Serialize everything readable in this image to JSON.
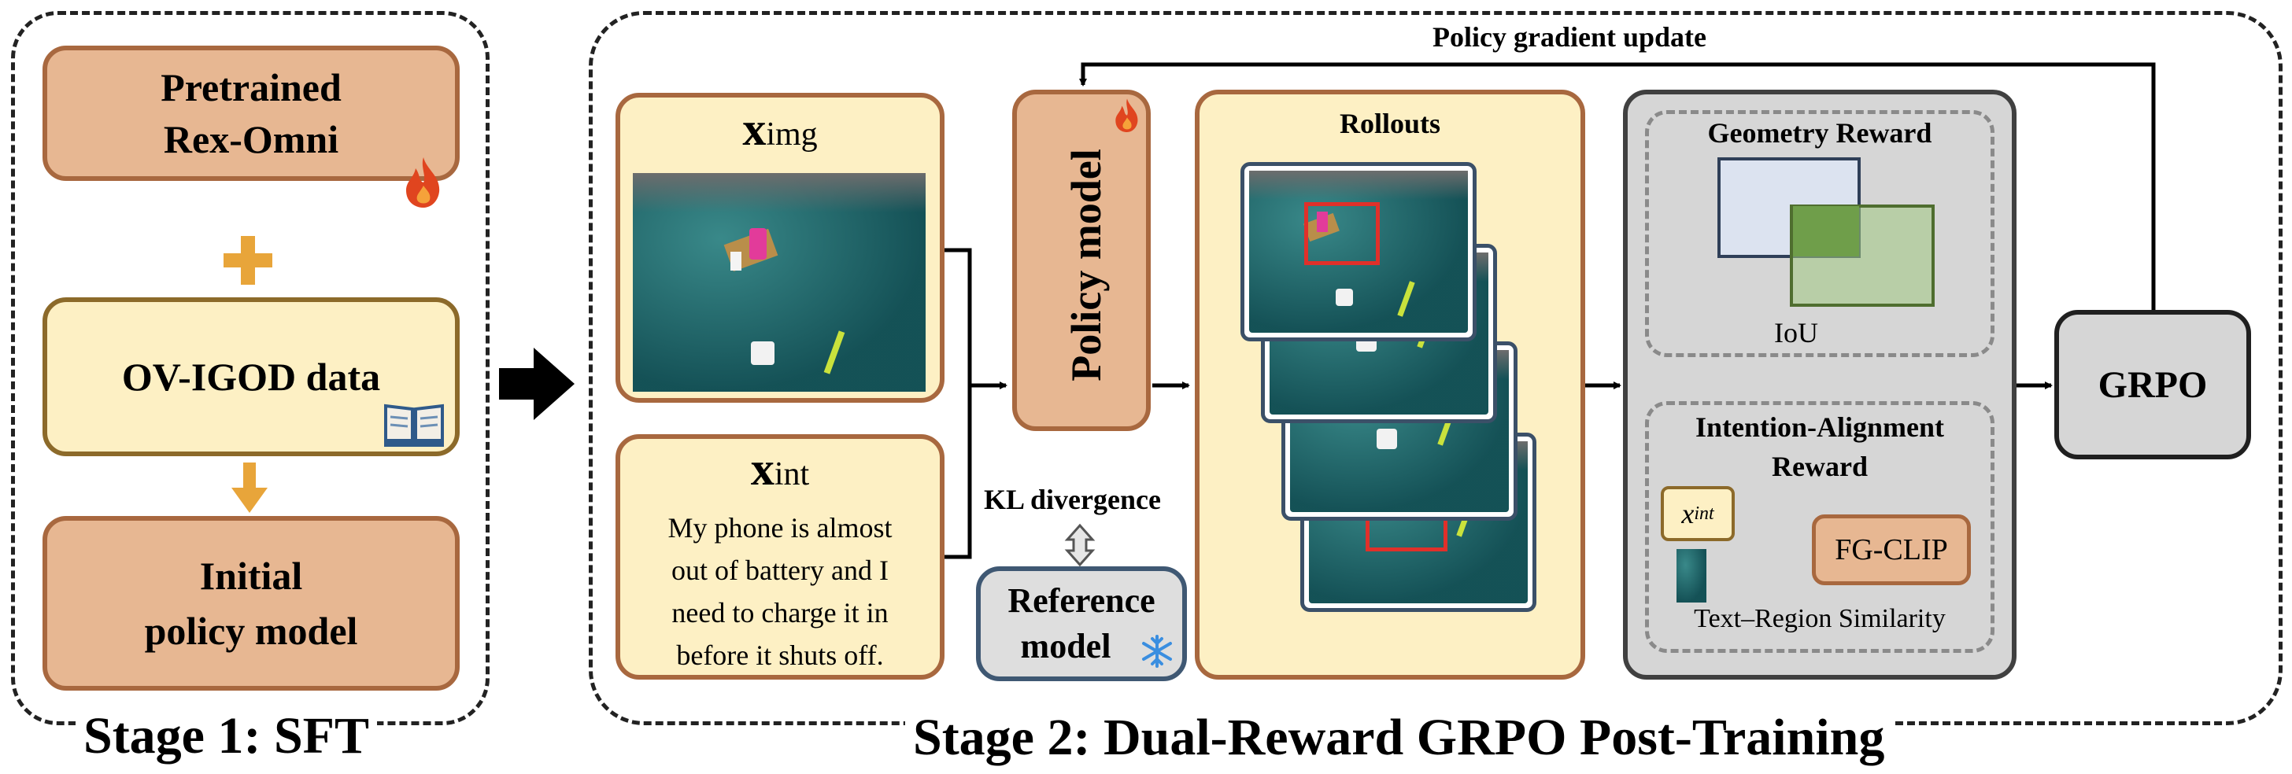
{
  "stage1": {
    "title": "Stage 1: SFT",
    "pretrained_line1": "Pretrained",
    "pretrained_line2": "Rex-Omni",
    "data_label": "OV-IGOD data",
    "initial_line1": "Initial",
    "initial_line2": "policy model"
  },
  "stage2": {
    "title": "Stage 2: Dual-Reward GRPO Post-Training",
    "feedback_label": "Policy gradient update",
    "input_img_var": "x",
    "input_img_sub": "img",
    "input_int_var": "x",
    "input_int_sub": "int",
    "intent_text": [
      "My phone is almost",
      "out of battery and I",
      "need to charge it in",
      "before it shuts off."
    ],
    "policy_label": "Policy model",
    "kl_label": "KL divergence",
    "reference_line1": "Reference",
    "reference_line2": "model",
    "rollouts_label": "Rollouts",
    "geometry_title": "Geometry Reward",
    "iou_label": "IoU",
    "intention_title_line1": "Intention-Alignment",
    "intention_title_line2": "Reward",
    "xint_var": "x",
    "xint_sub": "int",
    "fgclip_label": "FG-CLIP",
    "similarity_label": "Text–Region Similarity",
    "grpo_label": "GRPO"
  },
  "colors": {
    "peach": "#e7b792",
    "cream": "#fdf0c4",
    "brown_border": "#a8683f",
    "grey_panel": "#d6d6d6",
    "blue_box": "#dce3f0",
    "green_box": "#c8dcb0",
    "red_bbox": "#e0302a",
    "orange_plus": "#e8a53a"
  },
  "icons": [
    "flame-icon",
    "book-icon",
    "snowflake-icon",
    "plus-icon",
    "big-arrow-icon"
  ]
}
